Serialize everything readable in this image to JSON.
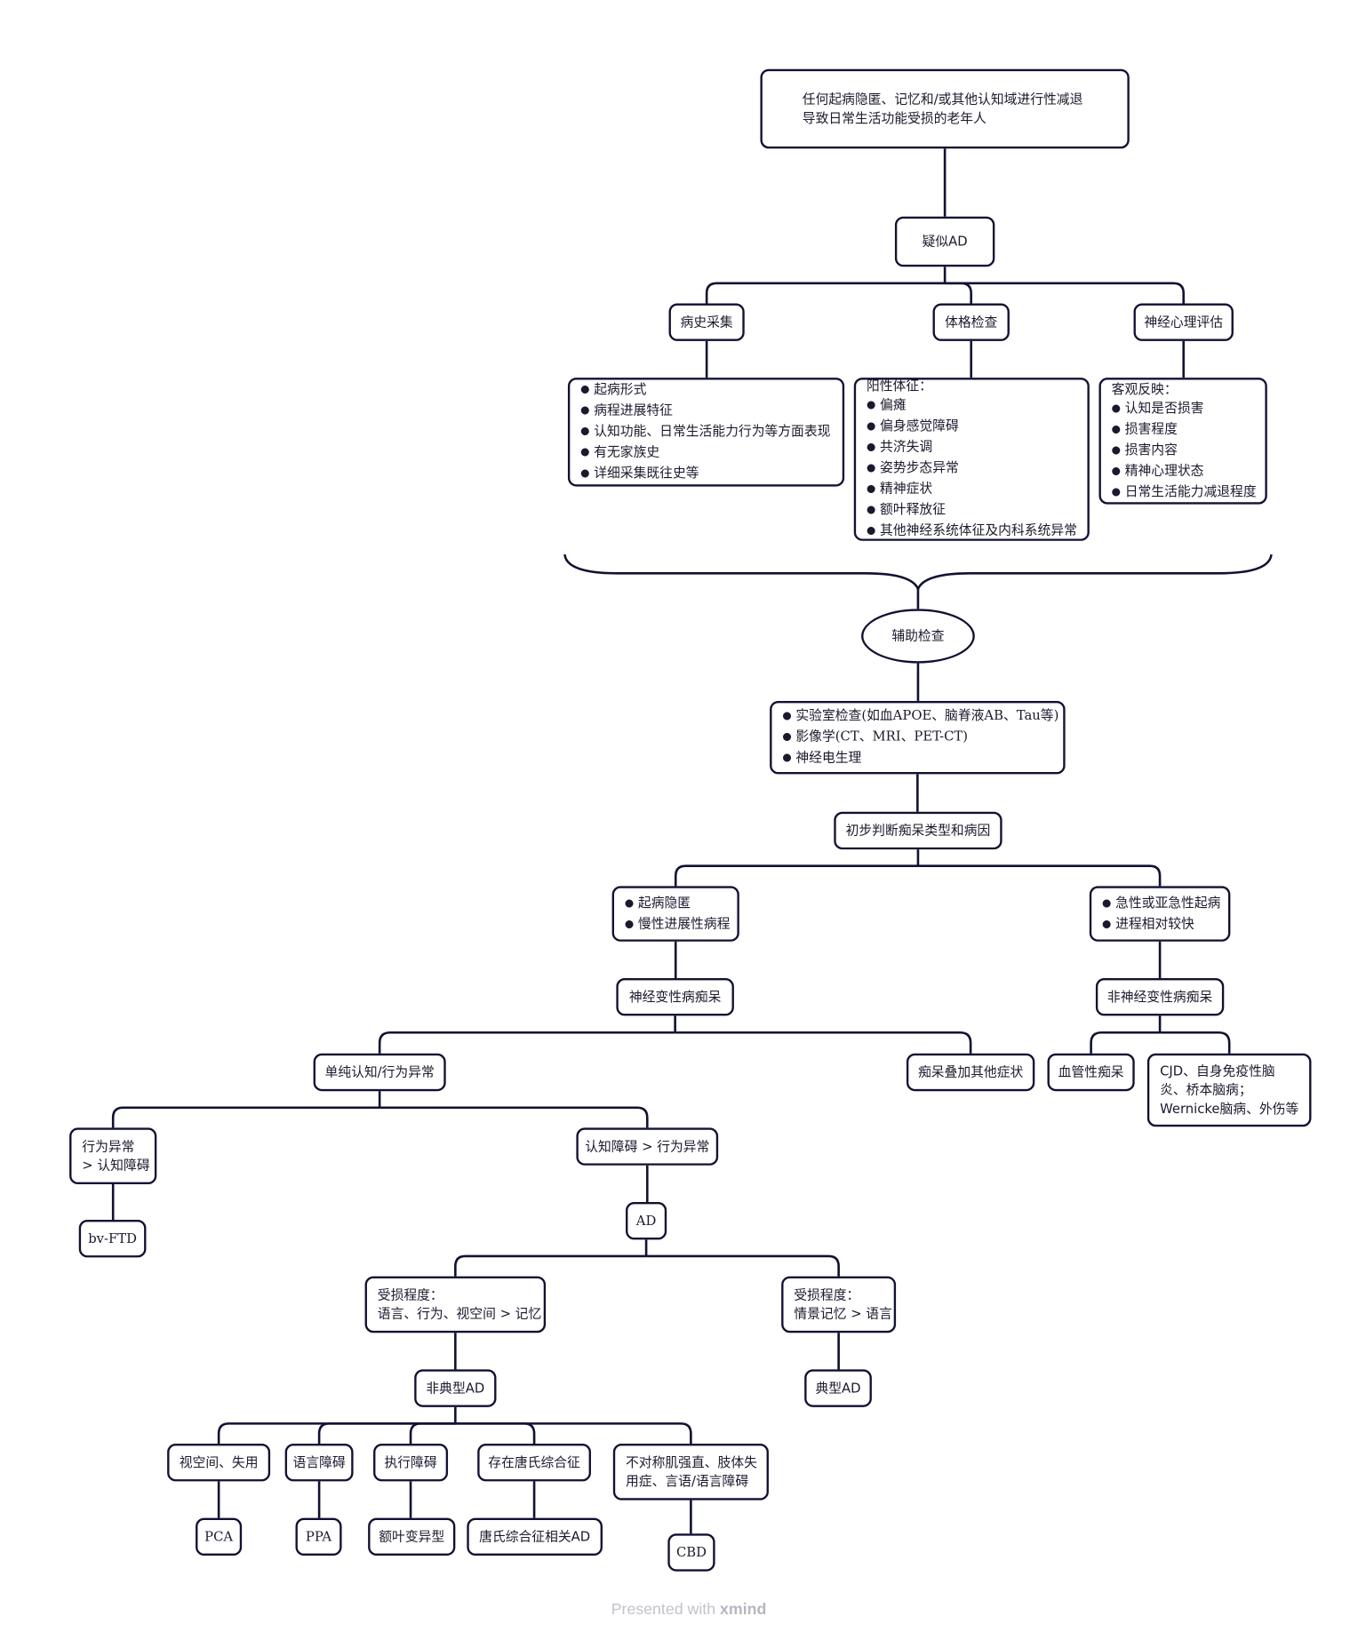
{
  "nodes": [
    {
      "id": "root",
      "lines": [
        "任何起病隐匿、记忆和/或其他认知域进行性减退",
        "导致日常生活功能受损的老年人"
      ]
    },
    {
      "id": "suspect",
      "label": "疑似AD"
    },
    {
      "id": "history",
      "label": "病史采集"
    },
    {
      "id": "physical",
      "label": "体格检查"
    },
    {
      "id": "neuropsych",
      "label": "神经心理评估"
    },
    {
      "id": "history_items",
      "items": [
        "起病形式",
        "病程进展特征",
        "认知功能、日常生活能力行为等方面表现",
        "有无家族史",
        "详细采集既往史等"
      ]
    },
    {
      "id": "physical_items",
      "heading": "阳性体征：",
      "items": [
        "偏瘫",
        "偏身感觉障碍",
        "共济失调",
        "姿势步态异常",
        "精神症状",
        "额叶释放征",
        "其他神经系统体征及内科系统异常"
      ]
    },
    {
      "id": "neuropsych_items",
      "heading": "客观反映：",
      "items": [
        "认知是否损害",
        "损害程度",
        "损害内容",
        "精神心理状态",
        "日常生活能力减退程度"
      ]
    },
    {
      "id": "aux",
      "label": "辅助检查"
    },
    {
      "id": "aux_items",
      "items": [
        "实验室检查(如血APOE、脑脊液AB、Tau等)",
        "影像学(CT、MRI、PET-CT)",
        "神经电生理"
      ]
    },
    {
      "id": "prelim",
      "label": "初步判断痴呆类型和病因"
    },
    {
      "id": "insidious",
      "items": [
        "起病隐匿",
        "慢性进展性病程"
      ]
    },
    {
      "id": "acute",
      "items": [
        "急性或亚急性起病",
        "进程相对较快"
      ]
    },
    {
      "id": "neurodeg",
      "label": "神经变性病痴呆"
    },
    {
      "id": "nonneurodeg",
      "label": "非神经变性病痴呆"
    },
    {
      "id": "pure",
      "label": "单纯认知/行为异常"
    },
    {
      "id": "plus",
      "label": "痴呆叠加其他症状"
    },
    {
      "id": "vascular",
      "label": "血管性痴呆"
    },
    {
      "id": "cjd",
      "label": "CJD、自身免疫性脑炎、桥本脑病；Wernicke脑病、外伤等"
    },
    {
      "id": "behav",
      "lines": [
        "行为异常",
        " > 认知障碍"
      ]
    },
    {
      "id": "cog",
      "label": "认知障碍 > 行为异常"
    },
    {
      "id": "bvftd",
      "label": "bv-FTD"
    },
    {
      "id": "ad",
      "label": "AD"
    },
    {
      "id": "atyp_deg",
      "lines": [
        "受损程度：",
        "语言、行为、视空间 > 记忆"
      ]
    },
    {
      "id": "typ_deg",
      "lines": [
        "受损程度：",
        "情景记忆 > 语言"
      ]
    },
    {
      "id": "atypical",
      "label": "非典型AD"
    },
    {
      "id": "typical",
      "label": "典型AD"
    },
    {
      "id": "visuo",
      "label": "视空间、失用"
    },
    {
      "id": "lang",
      "label": "语言障碍"
    },
    {
      "id": "exec",
      "label": "执行障碍"
    },
    {
      "id": "down",
      "label": "存在唐氏综合征"
    },
    {
      "id": "asym",
      "lines": [
        "不对称肌强直、肢体失",
        "用症、言语/语言障碍"
      ]
    },
    {
      "id": "pca",
      "label": "PCA"
    },
    {
      "id": "ppa",
      "label": "PPA"
    },
    {
      "id": "frontal",
      "label": "额叶变异型"
    },
    {
      "id": "down_ad",
      "label": "唐氏综合征相关AD"
    },
    {
      "id": "cbd",
      "label": "CBD"
    }
  ],
  "edges": [
    [
      "root",
      "suspect"
    ],
    [
      "suspect",
      "history"
    ],
    [
      "suspect",
      "physical"
    ],
    [
      "suspect",
      "neuropsych"
    ],
    [
      "history",
      "history_items"
    ],
    [
      "physical",
      "physical_items"
    ],
    [
      "neuropsych",
      "neuropsych_items"
    ],
    [
      "aux",
      "aux_items"
    ],
    [
      "aux_items",
      "prelim"
    ],
    [
      "prelim",
      "insidious"
    ],
    [
      "prelim",
      "acute"
    ],
    [
      "insidious",
      "neurodeg"
    ],
    [
      "acute",
      "nonneurodeg"
    ],
    [
      "neurodeg",
      "pure"
    ],
    [
      "neurodeg",
      "plus"
    ],
    [
      "nonneurodeg",
      "vascular"
    ],
    [
      "nonneurodeg",
      "cjd"
    ],
    [
      "pure",
      "behav"
    ],
    [
      "pure",
      "cog"
    ],
    [
      "behav",
      "bvftd"
    ],
    [
      "cog",
      "ad"
    ],
    [
      "ad",
      "atyp_deg"
    ],
    [
      "ad",
      "typ_deg"
    ],
    [
      "atyp_deg",
      "atypical"
    ],
    [
      "typ_deg",
      "typical"
    ],
    [
      "atypical",
      "visuo"
    ],
    [
      "atypical",
      "lang"
    ],
    [
      "atypical",
      "exec"
    ],
    [
      "atypical",
      "down"
    ],
    [
      "atypical",
      "asym"
    ],
    [
      "visuo",
      "pca"
    ],
    [
      "lang",
      "ppa"
    ],
    [
      "exec",
      "frontal"
    ],
    [
      "down",
      "down_ad"
    ],
    [
      "asym",
      "cbd"
    ]
  ],
  "footer": {
    "prefix": "Presented with",
    "brand": "xmind"
  }
}
